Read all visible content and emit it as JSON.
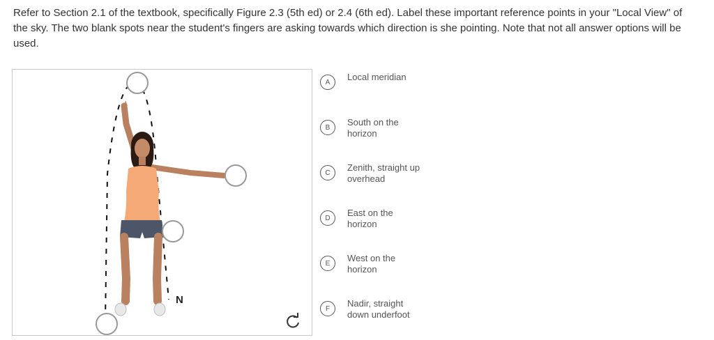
{
  "prompt": "Refer to Section 2.1 of the textbook, specifically Figure 2.3 (5th ed) or 2.4 (6th ed).  Label these important reference points in your \"Local View\" of the sky.  The two blank spots near the student's fingers are asking towards which direction is she pointing.  Note that not all answer options will be used.",
  "figure": {
    "direction_marker": "N"
  },
  "options": [
    {
      "letter": "A",
      "label": "Local meridian"
    },
    {
      "letter": "B",
      "label": "South on the horizon"
    },
    {
      "letter": "C",
      "label": "Zenith, straight up overhead"
    },
    {
      "letter": "D",
      "label": "East on the horizon"
    },
    {
      "letter": "E",
      "label": "West on the horizon"
    },
    {
      "letter": "F",
      "label": "Nadir, straight down underfoot"
    }
  ],
  "icons": {
    "reset": "reset-icon"
  },
  "colors": {
    "shirt": "#f4a977",
    "shorts": "#4d5668",
    "skin": "#b98160",
    "hair": "#2a1a12",
    "border": "#c9c9c9"
  }
}
